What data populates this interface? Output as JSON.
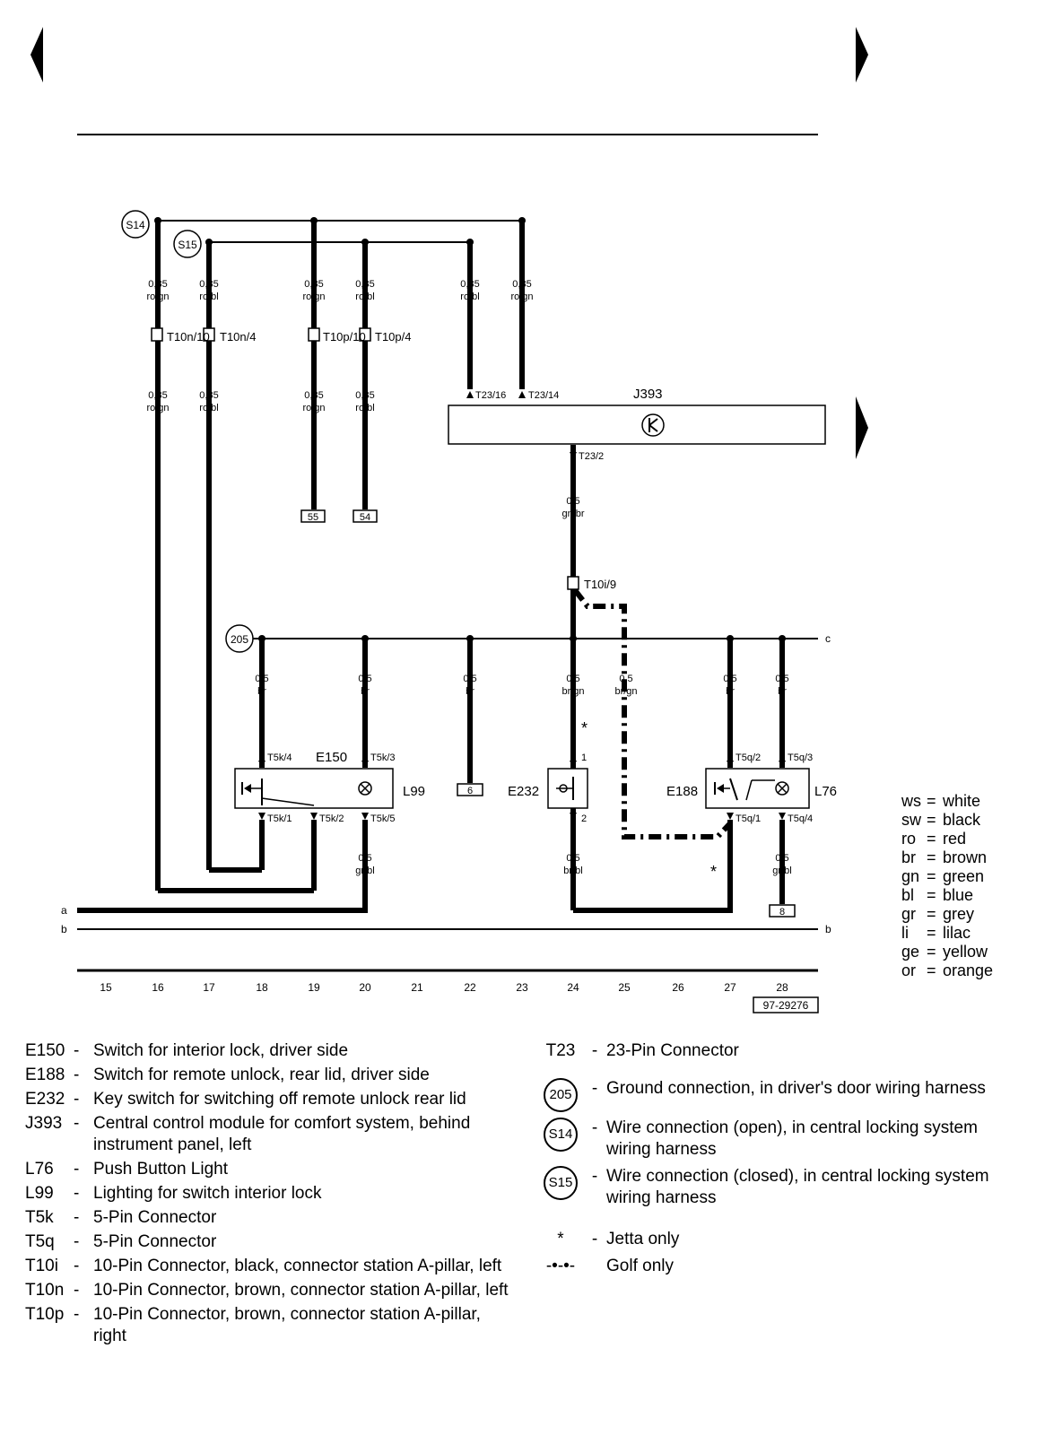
{
  "nav": {
    "prev_icon": "triangle-left-icon",
    "next_icon": "triangle-right-icon",
    "continue_icon": "triangle-right-icon"
  },
  "wire_spec": {
    "s035_rogn": [
      "0,35",
      "ro/gn"
    ],
    "s035_robl": [
      "0,35",
      "ro/bl"
    ],
    "s05_br": [
      "0,5",
      "br"
    ],
    "s05_brgn": [
      "0,5",
      "br/gn"
    ],
    "s05_grbl": [
      "0,5",
      "gr/bl"
    ],
    "s05_brbl": [
      "0,5",
      "br/bl"
    ],
    "s05_gnbr": [
      "0,5",
      "gn/br"
    ]
  },
  "components": {
    "s14": "S14",
    "s15": "S15",
    "g205": "205",
    "j393": "J393",
    "e150": "E150",
    "l99": "L99",
    "e232": "E232",
    "e188": "E188",
    "l76": "L76"
  },
  "connectors": {
    "t10n_10": "T10n/10",
    "t10n_4": "T10n/4",
    "t10p_10": "T10p/10",
    "t10p_4": "T10p/4",
    "t23_16": "T23/16",
    "t23_14": "T23/14",
    "t23_2": "T23/2",
    "t10i_9": "T10i/9",
    "t5k_4": "T5k/4",
    "t5k_3": "T5k/3",
    "t5k_1": "T5k/1",
    "t5k_2": "T5k/2",
    "t5k_5": "T5k/5",
    "t5q_2": "T5q/2",
    "t5q_3": "T5q/3",
    "t5q_1": "T5q/1",
    "t5q_4": "T5q/4",
    "pin_1": "1",
    "pin_2": "2"
  },
  "refs": {
    "r55": "55",
    "r54": "54",
    "r6": "6",
    "r8": "8"
  },
  "bus_labels": {
    "a": "a",
    "b": "b",
    "b_end": "b",
    "c": "c"
  },
  "jetta_mark": "*",
  "grid_numbers": [
    "15",
    "16",
    "17",
    "18",
    "19",
    "20",
    "21",
    "22",
    "23",
    "24",
    "25",
    "26",
    "27",
    "28"
  ],
  "diagram_id": "97-29276",
  "color_key": [
    {
      "code": "ws",
      "name": "white"
    },
    {
      "code": "sw",
      "name": "black"
    },
    {
      "code": "ro",
      "name": "red"
    },
    {
      "code": "br",
      "name": "brown"
    },
    {
      "code": "gn",
      "name": "green"
    },
    {
      "code": "bl",
      "name": "blue"
    },
    {
      "code": "gr",
      "name": "grey"
    },
    {
      "code": "li",
      "name": "lilac"
    },
    {
      "code": "ge",
      "name": "yellow"
    },
    {
      "code": "or",
      "name": "orange"
    }
  ],
  "legend_left": [
    {
      "code": "E150",
      "desc": "Switch for interior lock, driver side"
    },
    {
      "code": "E188",
      "desc": "Switch for remote unlock, rear lid, driver side"
    },
    {
      "code": "E232",
      "desc": "Key switch for switching off remote unlock rear lid"
    },
    {
      "code": "J393",
      "desc": "Central control module for comfort system, behind instrument panel, left"
    },
    {
      "code": "L76",
      "desc": "Push Button Light"
    },
    {
      "code": "L99",
      "desc": "Lighting for switch interior lock"
    },
    {
      "code": "T5k",
      "desc": "5-Pin Connector"
    },
    {
      "code": "T5q",
      "desc": "5-Pin Connector"
    },
    {
      "code": "T10i",
      "desc": "10-Pin Connector, black, connector station A-pillar, left"
    },
    {
      "code": "T10n",
      "desc": "10-Pin Connector, brown, connector station A-pillar, left"
    },
    {
      "code": "T10p",
      "desc": "10-Pin Connector, brown, connector station A-pillar, right"
    }
  ],
  "legend_right": {
    "t23": {
      "code": "T23",
      "desc": "23-Pin Connector"
    },
    "g205": {
      "symbol": "205",
      "desc": "Ground connection, in driver's door wiring harness"
    },
    "s14": {
      "symbol": "S14",
      "desc": "Wire connection (open), in central locking system wiring harness"
    },
    "s15": {
      "symbol": "S15",
      "desc": "Wire connection (closed), in central locking system wiring harness"
    },
    "jetta": {
      "symbol": "*",
      "desc": "Jetta only"
    },
    "golf": {
      "symbol": "-•-•-",
      "desc": "Golf only"
    }
  },
  "dash": "-"
}
